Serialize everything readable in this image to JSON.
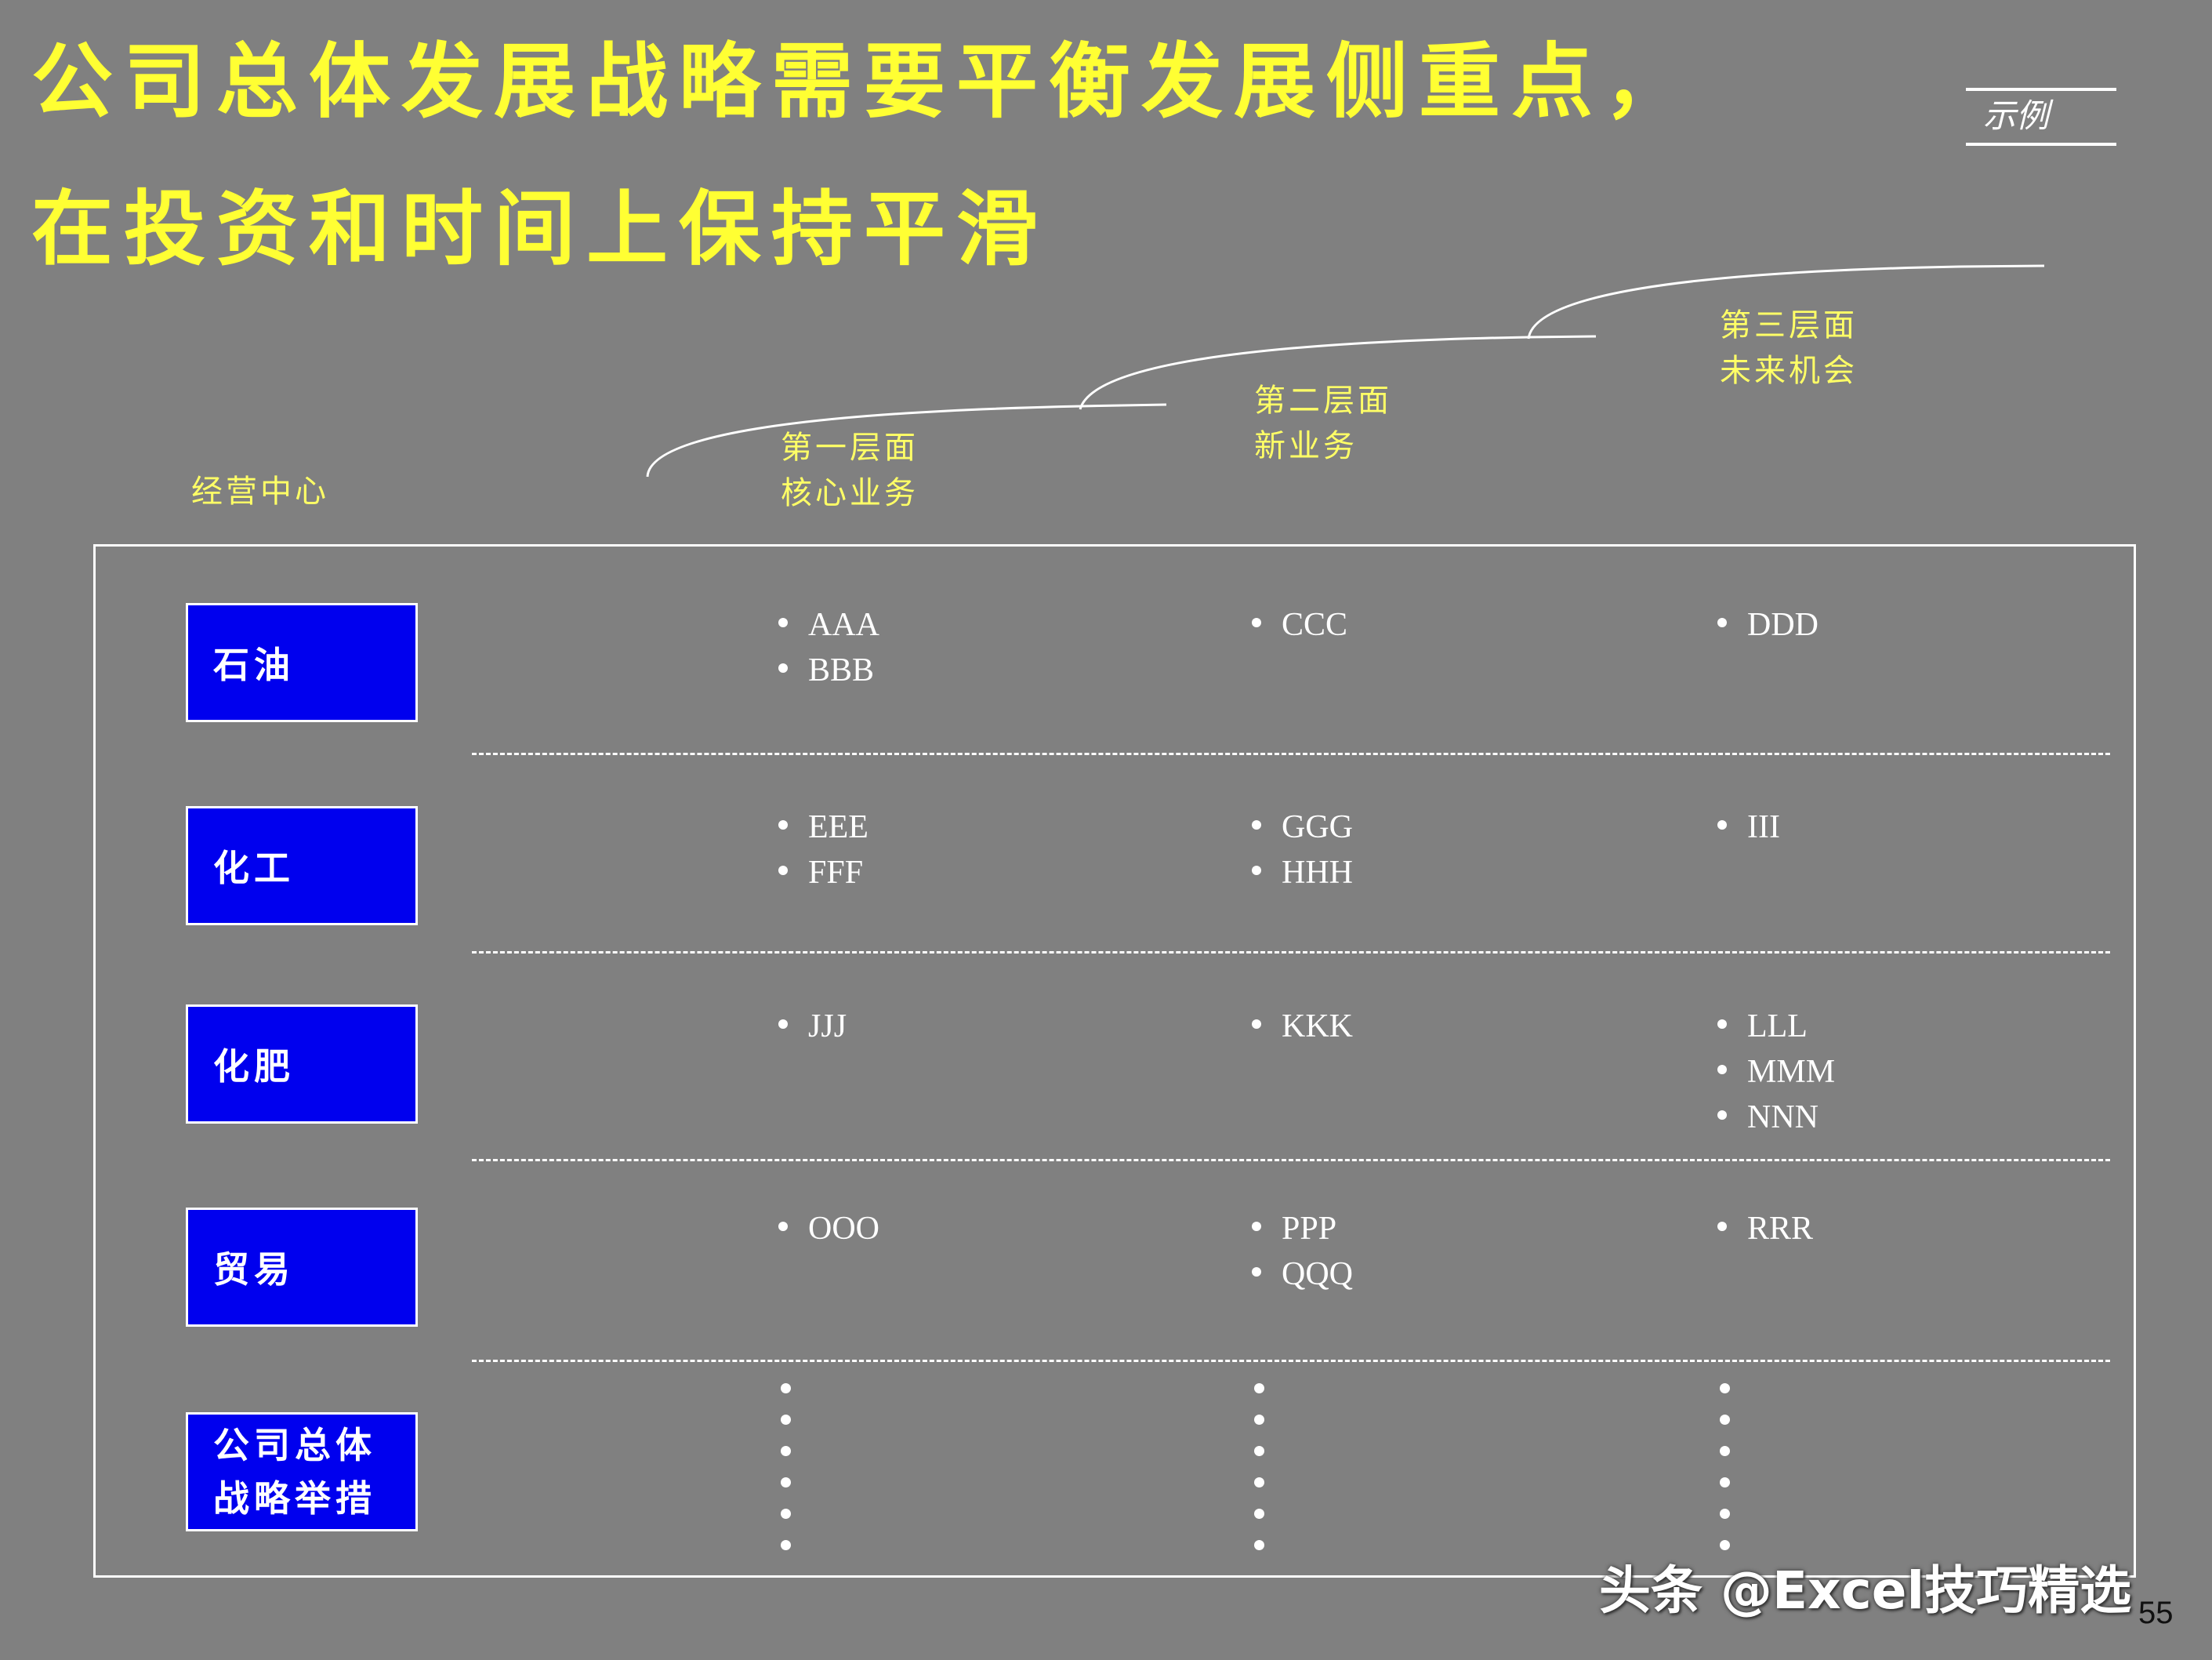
{
  "title": {
    "line1": "公司总体发展战略需要平衡发展侧重点，",
    "line2": "在投资和时间上保持平滑"
  },
  "tag": "示例",
  "column_header": "经营中心",
  "levels": [
    {
      "line1": "第一层面",
      "line2": "核心业务"
    },
    {
      "line1": "第二层面",
      "line2": "新业务"
    },
    {
      "line1": "第三层面",
      "line2": "未来机会"
    }
  ],
  "rows": [
    {
      "label": "石油",
      "cells": [
        [
          "AAA",
          "BBB"
        ],
        [
          "CCC"
        ],
        [
          "DDD"
        ]
      ]
    },
    {
      "label": "化工",
      "cells": [
        [
          "EEE",
          "FFF"
        ],
        [
          "GGG",
          "HHH"
        ],
        [
          "III"
        ]
      ]
    },
    {
      "label": "化肥",
      "cells": [
        [
          "JJJ"
        ],
        [
          "KKK"
        ],
        [
          "LLL",
          "MMM",
          "NNN"
        ]
      ]
    },
    {
      "label": "贸易",
      "cells": [
        [
          "OOO"
        ],
        [
          "PPP",
          "QQQ"
        ],
        [
          "RRR"
        ]
      ]
    },
    {
      "label_line1": "公司总体",
      "label_line2": "战略举措"
    }
  ],
  "watermark": "头条 @Excel技巧精选",
  "page_number": "55"
}
